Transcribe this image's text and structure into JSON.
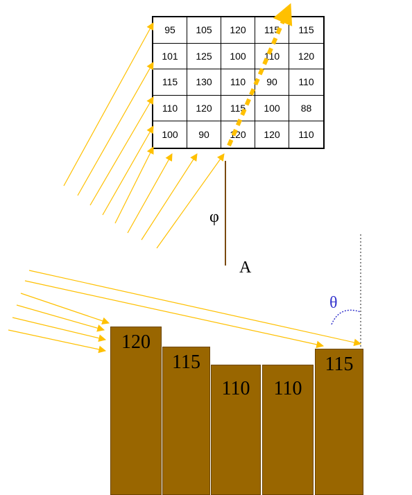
{
  "grid": {
    "rows": [
      [
        95,
        105,
        120,
        115,
        115
      ],
      [
        101,
        125,
        100,
        110,
        120
      ],
      [
        115,
        130,
        110,
        90,
        110
      ],
      [
        110,
        120,
        115,
        100,
        88
      ],
      [
        100,
        90,
        120,
        120,
        110
      ]
    ]
  },
  "labels": {
    "phi": "φ",
    "a": "A",
    "theta": "θ"
  },
  "bars": [
    {
      "value": "120"
    },
    {
      "value": "115"
    },
    {
      "value": "110"
    },
    {
      "value": "110"
    },
    {
      "value": "115"
    }
  ],
  "colors": {
    "ray": "#ffc000",
    "bar": "#996600",
    "stem": "#7a4a10",
    "theta": "#3333cc"
  }
}
